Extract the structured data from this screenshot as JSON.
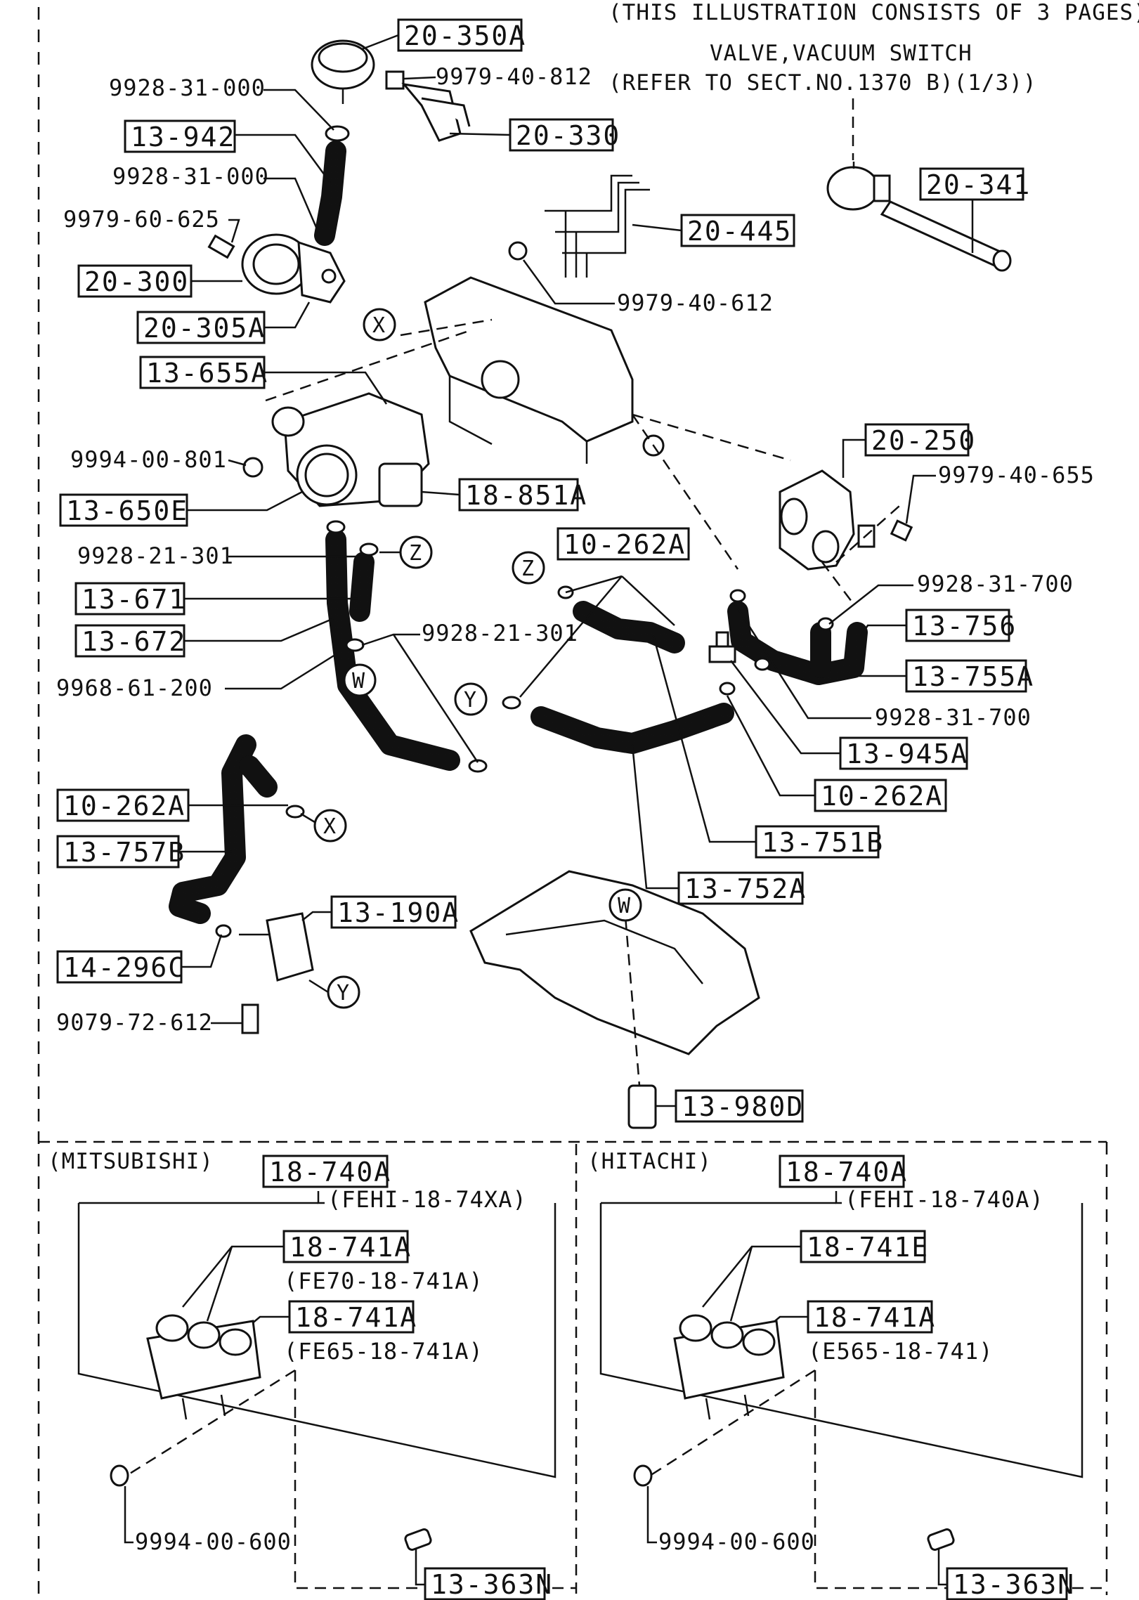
{
  "header": {
    "pages_note": "(THIS ILLUSTRATION CONSISTS OF  3 PAGES)",
    "valve_title": "VALVE,VACUUM SWITCH",
    "valve_ref": "(REFER TO SECT.NO.1370 B)(1/3))"
  },
  "callouts": {
    "c_20_350A": "20-350A",
    "c_20_330": "20-330",
    "c_13_942": "13-942",
    "c_20_341": "20-341",
    "c_20_445": "20-445",
    "c_20_300": "20-300",
    "c_20_305A": "20-305A",
    "c_13_655A": "13-655A",
    "c_20_250": "20-250",
    "c_13_650E": "13-650E",
    "c_18_851A": "18-851A",
    "c_10_262A_top": "10-262A",
    "c_13_671": "13-671",
    "c_13_672": "13-672",
    "c_13_756": "13-756",
    "c_13_755A": "13-755A",
    "c_13_945A": "13-945A",
    "c_10_262A_mid": "10-262A",
    "c_10_262A_left": "10-262A",
    "c_13_751B": "13-751B",
    "c_13_757B": "13-757B",
    "c_13_752A": "13-752A",
    "c_13_190A": "13-190A",
    "c_14_296C": "14-296C",
    "c_13_980D": "13-980D"
  },
  "part_numbers": {
    "p_9928_31_000_a": "9928-31-000",
    "p_9979_40_812": "9979-40-812",
    "p_9928_31_000_b": "9928-31-000",
    "p_9979_60_625": "9979-60-625",
    "p_9979_40_612": "9979-40-612",
    "p_9994_00_801": "9994-00-801",
    "p_9979_40_655": "9979-40-655",
    "p_9928_21_301_a": "9928-21-301",
    "p_9928_21_301_b": "9928-21-301",
    "p_9928_31_700_a": "9928-31-700",
    "p_9968_61_200": "9968-61-200",
    "p_9928_31_700_b": "9928-31-700",
    "p_9079_72_612": "9079-72-612"
  },
  "ref_markers": {
    "x_top": "X",
    "z_top": "Z",
    "z_mid": "Z",
    "w_mid": "W",
    "y_mid": "Y",
    "x_left": "X",
    "w_right": "W",
    "y_bottom": "Y"
  },
  "mitsubishi": {
    "title": "(MITSUBISHI)",
    "assy": "18-740A",
    "assy_code": "(FEHI-18-74XA)",
    "valve1": "18-741A",
    "valve1_code": "(FE70-18-741A)",
    "valve2": "18-741A",
    "valve2_code": "(FE65-18-741A)",
    "nut": "9994-00-600",
    "sensor": "13-363N"
  },
  "hitachi": {
    "title": "(HITACHI)",
    "assy": "18-740A",
    "assy_code": "(FEHI-18-740A)",
    "valve1": "18-741E",
    "valve2": "18-741A",
    "valve2_code": "(E565-18-741)",
    "nut": "9994-00-600",
    "sensor": "13-363N"
  }
}
